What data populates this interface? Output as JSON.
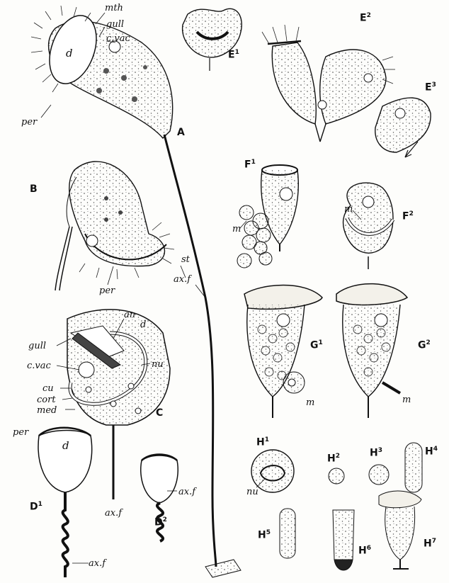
{
  "labels": {
    "mth": "mth",
    "gull": "gull",
    "c_vac": "c.vac",
    "d": "d",
    "per": "per",
    "st": "st",
    "ax_f": "ax.f",
    "an": "an",
    "nu": "nu",
    "cu": "cu",
    "cort": "cort",
    "med": "med",
    "m": "m"
  },
  "figures": {
    "A": "A",
    "B": "B",
    "C": "C",
    "D": "D",
    "E": "E",
    "F": "F",
    "G": "G",
    "H": "H",
    "n1": "1",
    "n2": "2",
    "n3": "3",
    "n4": "4",
    "n5": "5",
    "n6": "6",
    "n7": "7"
  }
}
